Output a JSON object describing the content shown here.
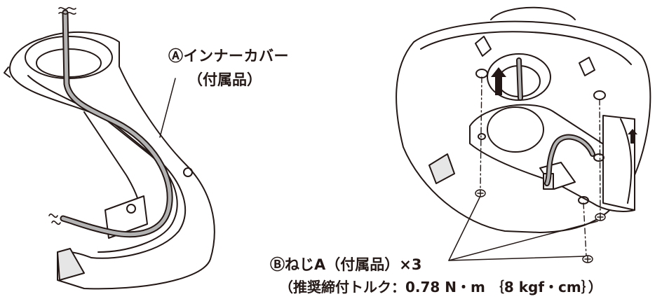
{
  "parts": {
    "inner_cover": {
      "marker": "Ⓐ",
      "name": "インナーカバー",
      "note": "（付属品）"
    },
    "screw": {
      "marker": "Ⓑ",
      "name": "ねじA",
      "note": "（付属品）×3",
      "torque": "（推奨締付トルク：0.78 N・m ｛8 kgf・cm｝）"
    }
  },
  "colors": {
    "line": "#231815",
    "cable_fill": "#b3b3b3",
    "shade": "#e6e6e6"
  },
  "icons": [
    "cut-mark-icon",
    "screw-icon",
    "arrow-up-icon",
    "inner-cover-illustration",
    "dome-base-illustration",
    "cable-illustration"
  ]
}
